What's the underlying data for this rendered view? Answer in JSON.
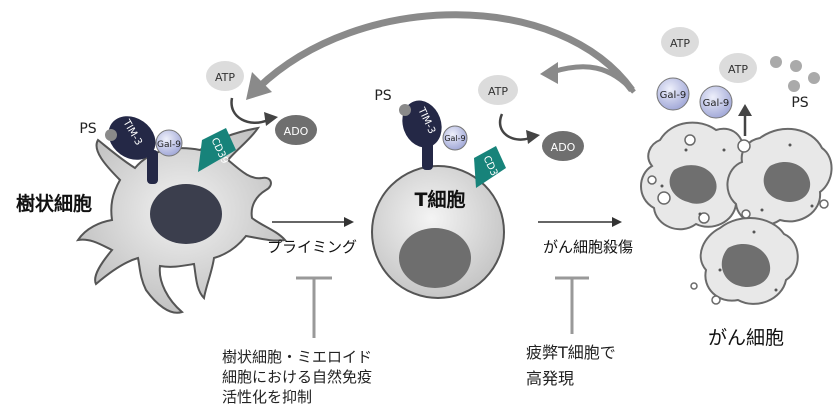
{
  "cells": {
    "dendritic": "樹状細胞",
    "t_cell": "T細胞",
    "cancer": "がん細胞"
  },
  "markers": {
    "ps": "PS",
    "tim3": "TIM-3",
    "gal9": "Gal-9",
    "cd39": "CD39",
    "atp": "ATP",
    "ado": "ADO"
  },
  "process": {
    "priming": "プライミング",
    "killing": "がん細胞殺傷"
  },
  "effects": {
    "left": [
      "樹状細胞・ミエロイド",
      "細胞における自然免疫",
      "活性化を抑制"
    ],
    "right": [
      "疲弊T細胞で",
      "高発現"
    ]
  },
  "colors": {
    "navy": "#242846",
    "teal": "#17837a",
    "gray_bubble": "#dcdcdc",
    "ado_bubble": "#6f6f6f",
    "gal9": "#c9cdeb"
  }
}
